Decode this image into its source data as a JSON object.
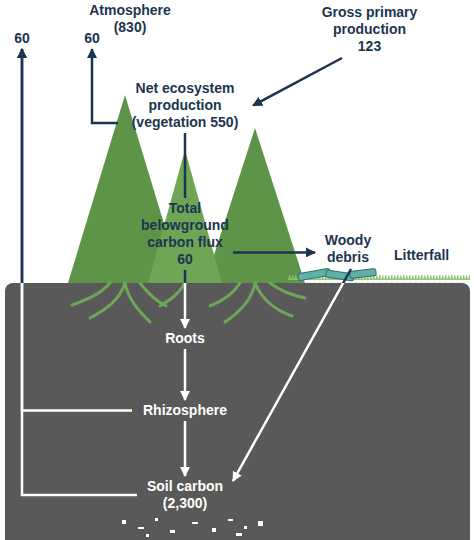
{
  "diagram": {
    "nodes": [
      {
        "text": [
          "Atmosphere (830)"
        ]
      },
      {
        "text": [
          "Gross primary production 123"
        ]
      },
      {
        "text": [
          "Net ecosystem production (vegetation 550)"
        ]
      },
      {
        "text": [
          "Total belowground carbon flux 60"
        ]
      },
      {
        "text": [
          "Woody debris"
        ]
      },
      {
        "text": [
          "Roots"
        ]
      },
      {
        "text": [
          "Rhizosphere"
        ]
      },
      {
        "text": [
          "Soil carbon (2,300)"
        ]
      }
    ],
    "edges": [
      {
        "from": 1,
        "to": 2,
        "arrow": "to"
      },
      {
        "from": 2,
        "to": 0,
        "arrow": "to",
        "label": "60"
      },
      {
        "from": 2,
        "to": 3,
        "arrow": "none"
      },
      {
        "from": 3,
        "to": 4,
        "arrow": "to"
      },
      {
        "from": 3,
        "to": 5,
        "arrow": "to"
      },
      {
        "from": 5,
        "to": 6,
        "arrow": "to"
      },
      {
        "from": 6,
        "to": 7,
        "arrow": "to"
      },
      {
        "from": 6,
        "to": 0,
        "arrow": "to"
      },
      {
        "from": 7,
        "to": 0,
        "arrow": "to",
        "label": "60"
      },
      {
        "from": 4,
        "to": 7,
        "arrow": "to"
      }
    ],
    "labels": [
      "Litterfall"
    ]
  }
}
